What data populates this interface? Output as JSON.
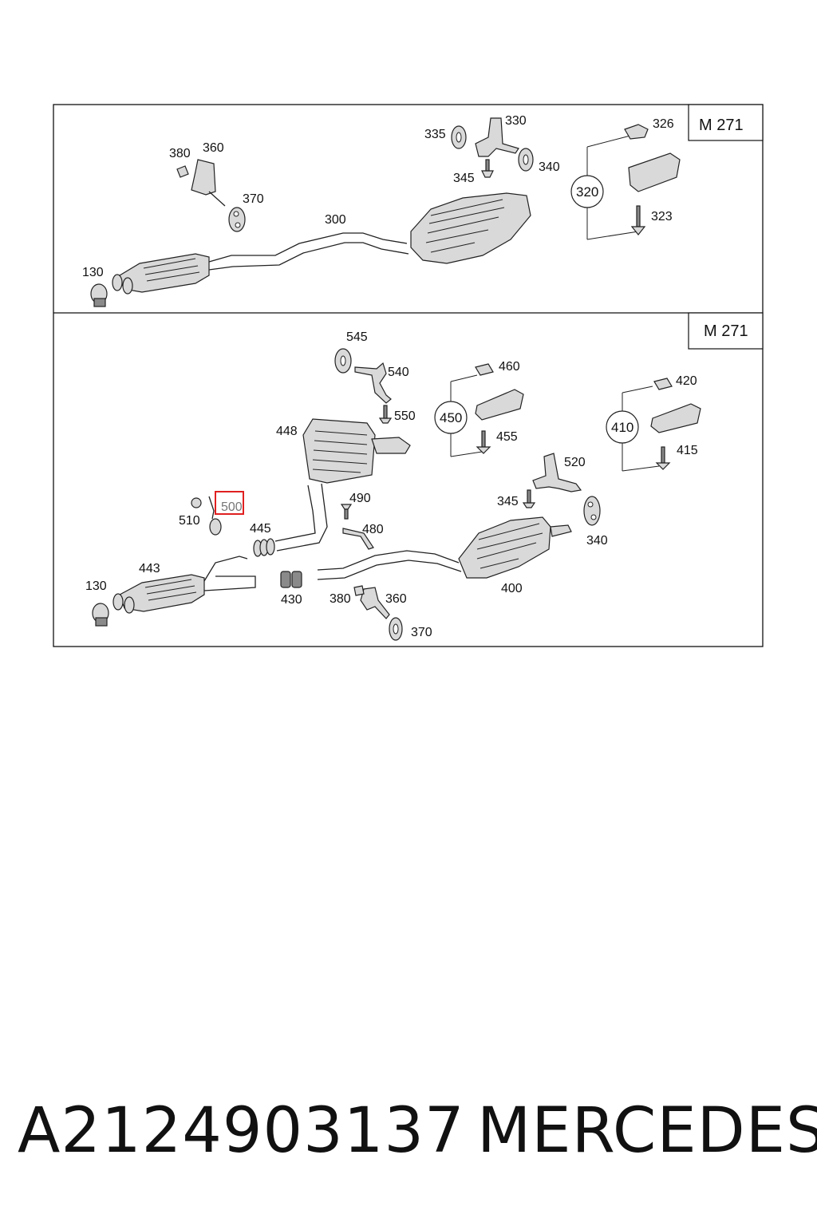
{
  "panels": [
    {
      "engine": "M 271",
      "labels": {
        "p130": "130",
        "p300": "300",
        "p320": "320",
        "p323": "323",
        "p326": "326",
        "p330": "330",
        "p335": "335",
        "p340": "340",
        "p345": "345",
        "p360": "360",
        "p370": "370",
        "p380": "380"
      }
    },
    {
      "engine": "M 271",
      "labels": {
        "p130": "130",
        "p340": "340",
        "p345": "345",
        "p360": "360",
        "p370": "370",
        "p380": "380",
        "p400": "400",
        "p410": "410",
        "p415": "415",
        "p420": "420",
        "p430": "430",
        "p443": "443",
        "p445": "445",
        "p448": "448",
        "p450": "450",
        "p455": "455",
        "p460": "460",
        "p480": "480",
        "p490": "490",
        "p500": "500",
        "p510": "510",
        "p520": "520",
        "p540": "540",
        "p545": "545",
        "p550": "550"
      }
    }
  ],
  "highlight": {
    "part": "500",
    "color": "#e02020"
  },
  "footer": {
    "part_number": "A2124903137",
    "brand": "MERCEDES"
  }
}
